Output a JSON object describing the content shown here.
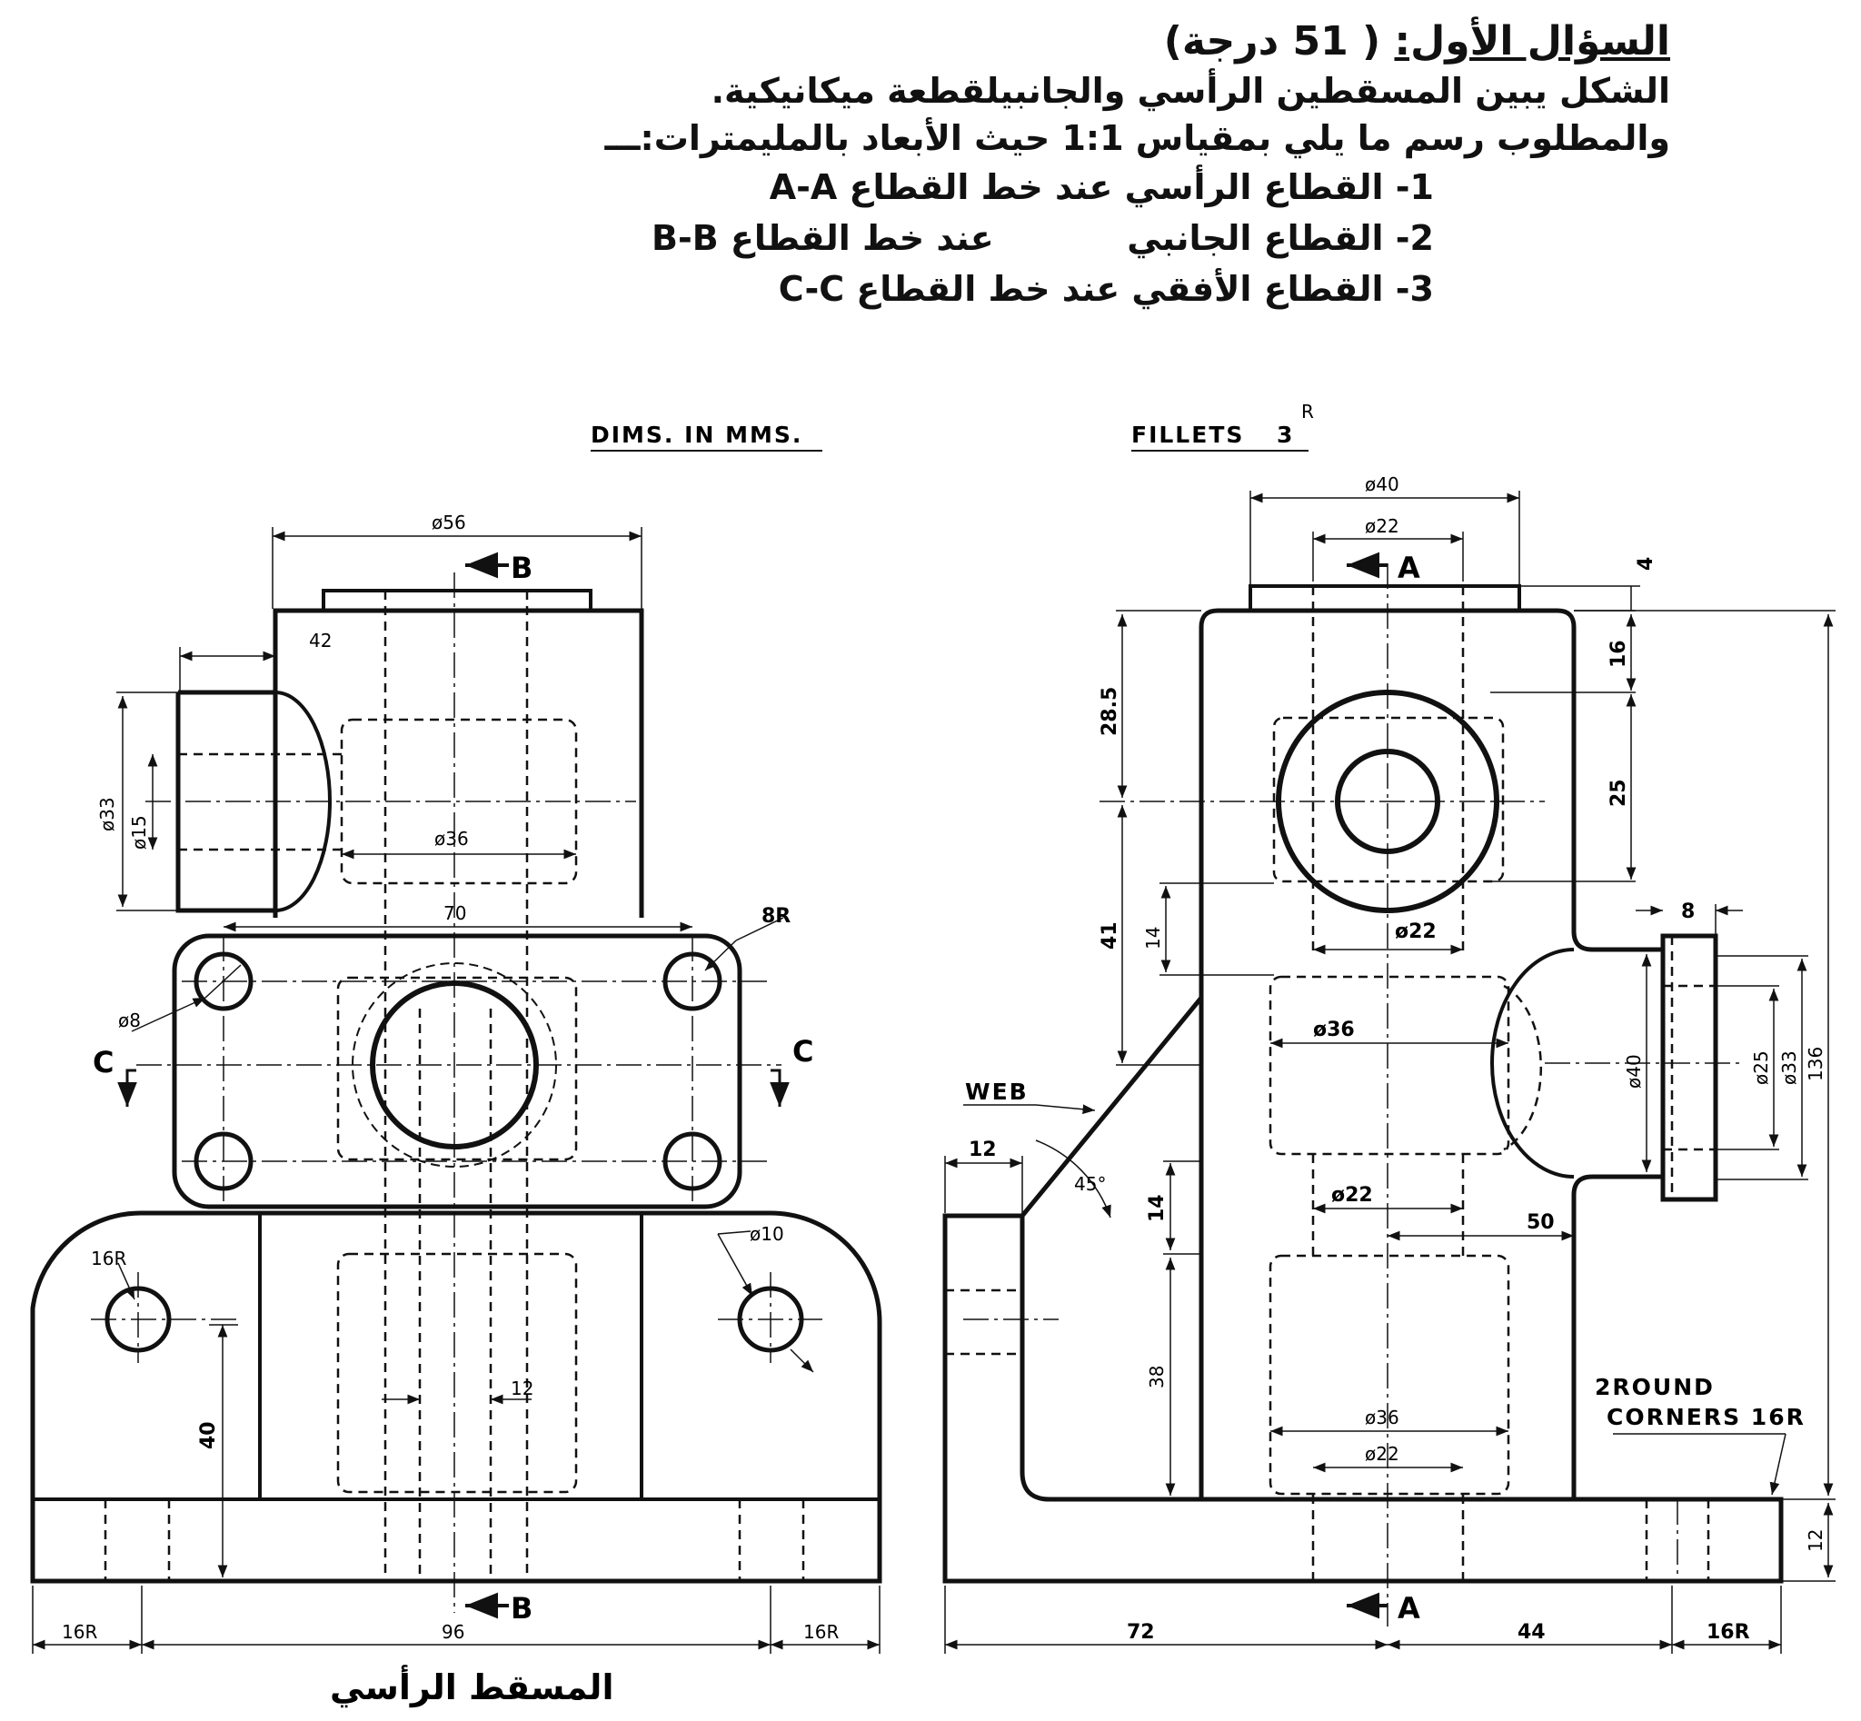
{
  "question": {
    "title_label": "السؤال الأول:",
    "grade": "( 51 درجة)",
    "line1": "الشكل يبين المسقطين الرأسي والجانبيلقطعة ميكانيكية.",
    "line2": "والمطلوب رسم ما يلي بمقياس 1:1 حيث الأبعاد بالمليمترات:ـــ",
    "items": [
      {
        "num": "1-",
        "text": "القطاع الرأسي عند خط القطاع A-A"
      },
      {
        "num": "2-",
        "text": "القطاع الجانبي",
        "text2": "عند خط القطاع B-B"
      },
      {
        "num": "3-",
        "text": "القطاع الأفقي عند خط القطاع C-C"
      }
    ]
  },
  "notes": {
    "dims": "DIMS. IN MMS.",
    "fillets": "FILLETS",
    "fillets_value": "3",
    "fillets_unit": "R",
    "web": "WEB",
    "round_corners_1": "2ROUND",
    "round_corners_2": "CORNERS 16R"
  },
  "captions": {
    "front": "المسقط الرأسي"
  },
  "section_letters": {
    "a": "A",
    "b": "B",
    "c": "C"
  },
  "front_dims": {
    "d56": "ø56",
    "d42": "42",
    "d33": "ø33",
    "d15": "ø15",
    "d36": "ø36",
    "d70": "70",
    "r8": "8R",
    "d8": "ø8",
    "r16": "16R",
    "d10": "ø10",
    "d12": "12",
    "d40": "40",
    "d96": "96",
    "r16_left": "16R",
    "r16_right": "16R"
  },
  "side_dims": {
    "d40_top": "ø40",
    "d22_top": "ø22",
    "d4": "4",
    "d16": "16",
    "d25": "25",
    "d28_5": "28.5",
    "d41": "41",
    "d14a": "14",
    "d22_mid": "ø22",
    "d8": "8",
    "d36": "ø36",
    "d40_boss": "ø40",
    "d25_boss": "ø25",
    "d33_boss": "ø33",
    "d136": "136",
    "d12_web": "12",
    "d45": "45°",
    "d22_low": "ø22",
    "d14b": "14",
    "d50": "50",
    "d38": "38",
    "d36_bot": "ø36",
    "d22_bot": "ø22",
    "d12_base": "12",
    "d72": "72",
    "d44": "44",
    "r16": "16R"
  }
}
